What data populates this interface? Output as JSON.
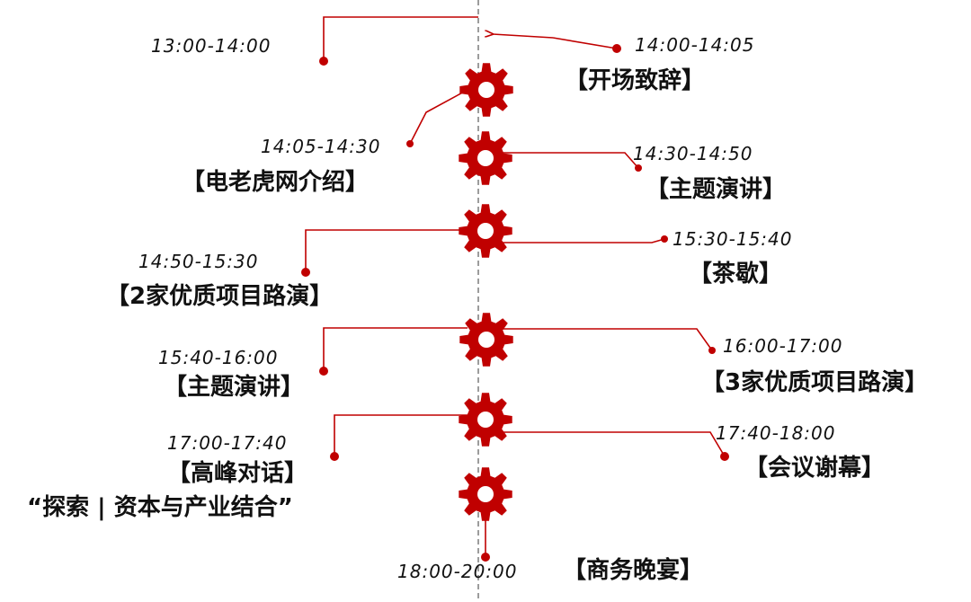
{
  "agenda": [
    {
      "time": "13:00-14:00",
      "title": ""
    },
    {
      "time": "14:00-14:05",
      "title": "【开场致辞】"
    },
    {
      "time": "14:05-14:30",
      "title": "【电老虎网介绍】"
    },
    {
      "time": "14:30-14:50",
      "title": "【主题演讲】"
    },
    {
      "time": "14:50-15:30",
      "title": "【2家优质项目路演】"
    },
    {
      "time": "15:30-15:40",
      "title": "【茶歇】"
    },
    {
      "time": "15:40-16:00",
      "title": "【主题演讲】"
    },
    {
      "time": "16:00-17:00",
      "title": "【3家优质项目路演】"
    },
    {
      "time": "17:00-17:40",
      "title": "【高峰对话】",
      "subtitle": "“探索 | 资本与产业结合”"
    },
    {
      "time": "17:40-18:00",
      "title": "【会议谢幕】"
    },
    {
      "time": "18:00-20:00",
      "title": "【商务晚宴】"
    }
  ],
  "colors": {
    "accent": "#c00000",
    "axis": "#666666",
    "text": "#111111"
  },
  "icons": {
    "node": "gear-icon"
  }
}
